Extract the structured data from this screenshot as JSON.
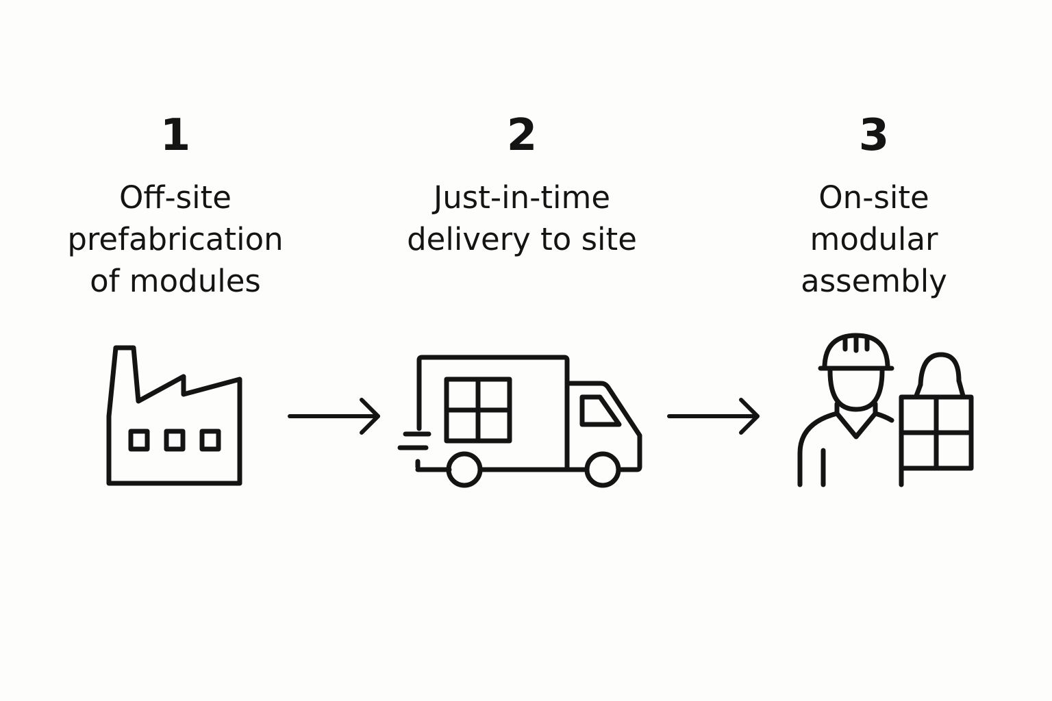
{
  "colors": {
    "background": "#fdfdfb",
    "ink": "#141414"
  },
  "steps": [
    {
      "number": "1",
      "label_lines": [
        "Off-site",
        "prefabrication",
        "of modules"
      ],
      "icon": "factory-icon"
    },
    {
      "number": "2",
      "label_lines": [
        "Just-in-time",
        "delivery to site"
      ],
      "icon": "delivery-truck-icon"
    },
    {
      "number": "3",
      "label_lines": [
        "On-site",
        "modular",
        "assembly"
      ],
      "icon": "construction-worker-icon"
    }
  ],
  "connectors": [
    "arrow-right-icon",
    "arrow-right-icon"
  ]
}
